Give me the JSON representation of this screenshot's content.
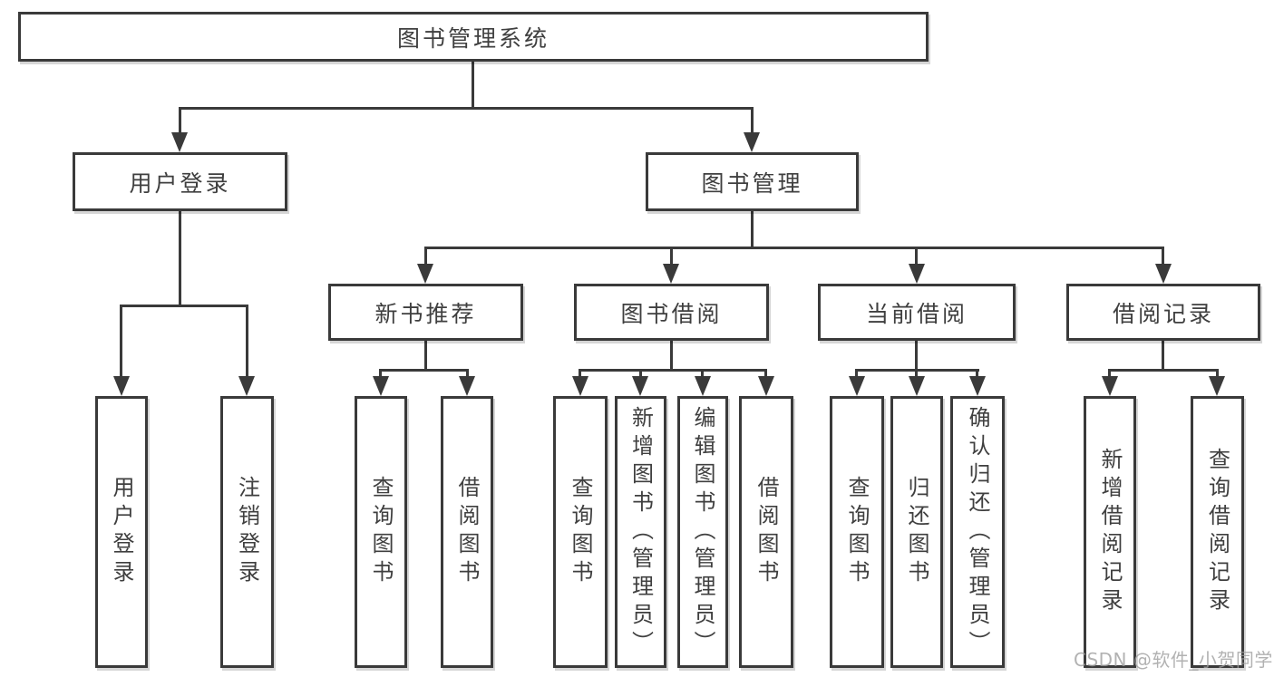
{
  "diagram": {
    "root": {
      "label": "图书管理系统"
    },
    "branches": [
      {
        "label": "用户登录",
        "children": [
          {
            "label": "用户登录"
          },
          {
            "label": "注销登录"
          }
        ]
      },
      {
        "label": "图书管理",
        "children": [
          {
            "label": "新书推荐",
            "children": [
              {
                "label": "查询图书"
              },
              {
                "label": "借阅图书"
              }
            ]
          },
          {
            "label": "图书借阅",
            "children": [
              {
                "label": "查询图书"
              },
              {
                "label": "新增图书（管理员）"
              },
              {
                "label": "编辑图书（管理员）"
              },
              {
                "label": "借阅图书"
              }
            ]
          },
          {
            "label": "当前借阅",
            "children": [
              {
                "label": "查询图书"
              },
              {
                "label": "归还图书"
              },
              {
                "label": "确认归还（管理员）"
              }
            ]
          },
          {
            "label": "借阅记录",
            "children": [
              {
                "label": "新增借阅记录"
              },
              {
                "label": "查询借阅记录"
              }
            ]
          }
        ]
      }
    ]
  },
  "watermark": {
    "text": "CSDN @软件_小贺同学"
  },
  "colors": {
    "line": "#3a3a3a",
    "node_border": "#3a3a3a",
    "node_text": "#3f3f3f",
    "watermark_text": "#9f9f9f",
    "background": "#ffffff"
  }
}
